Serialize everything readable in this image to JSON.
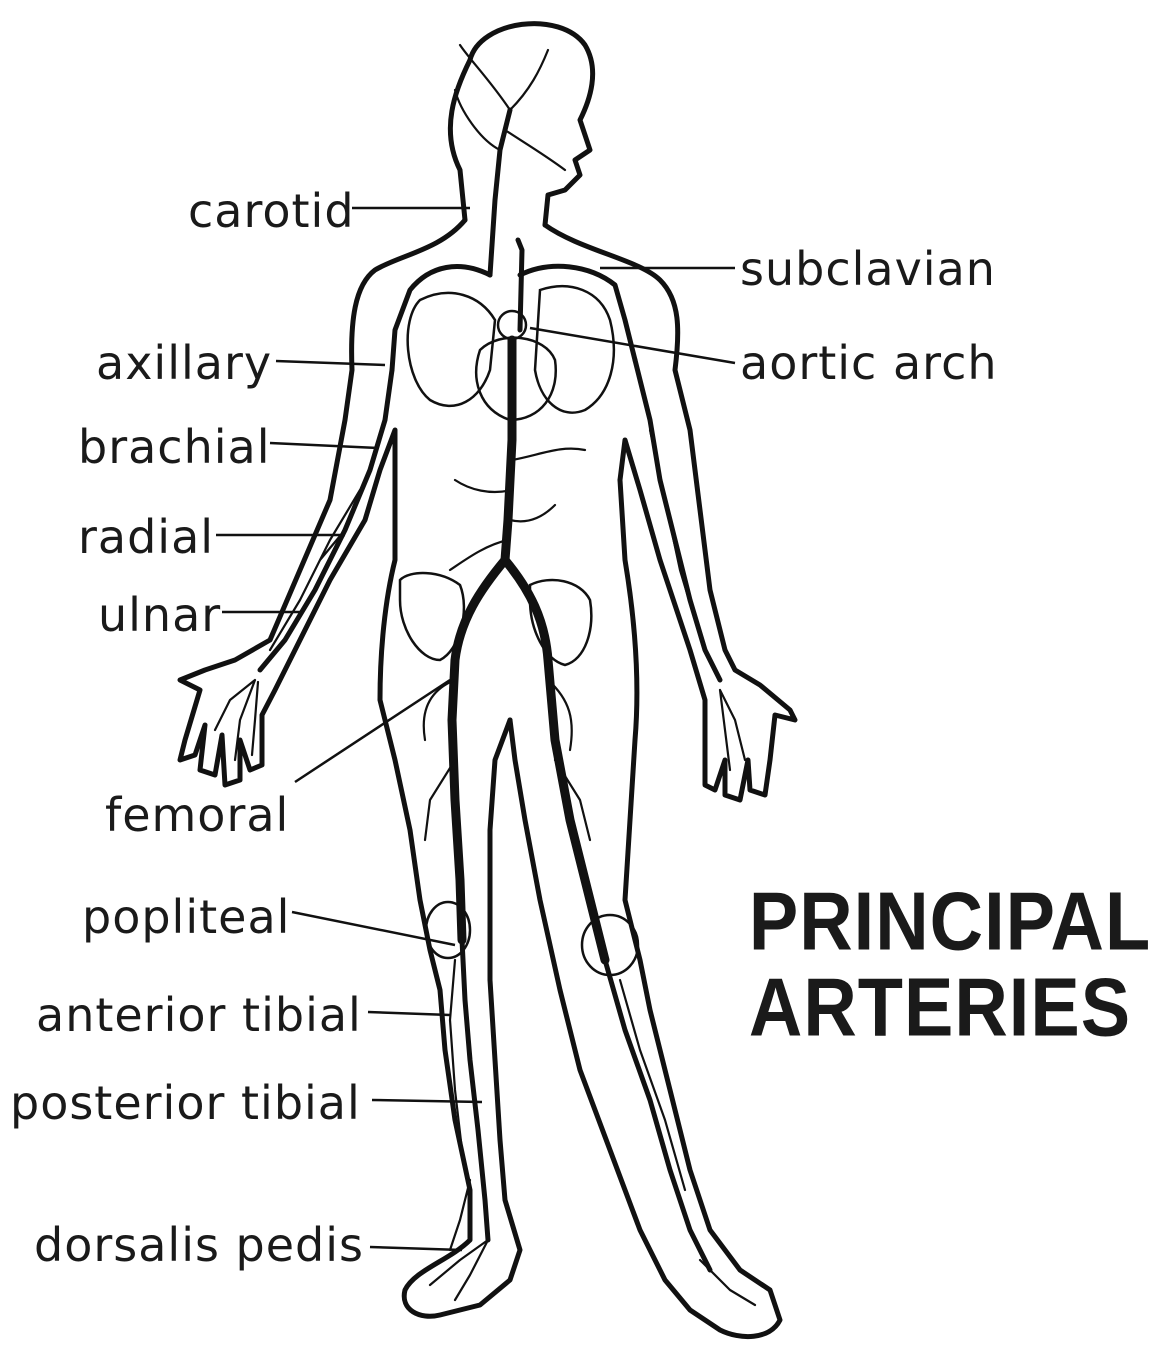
{
  "title": {
    "line1": "PRINCIPAL",
    "line2": "ARTERIES"
  },
  "labels": {
    "carotid": "carotid",
    "subclavian": "subclavian",
    "axillary": "axillary",
    "aortic_arch": "aortic arch",
    "brachial": "brachial",
    "radial": "radial",
    "ulnar": "ulnar",
    "femoral": "femoral",
    "popliteal": "popliteal",
    "anterior_tibial": "anterior tibial",
    "posterior_tibial": "posterior tibial",
    "dorsalis_pedis": "dorsalis pedis"
  },
  "colors": {
    "ink": "#111111",
    "background": "#ffffff"
  }
}
